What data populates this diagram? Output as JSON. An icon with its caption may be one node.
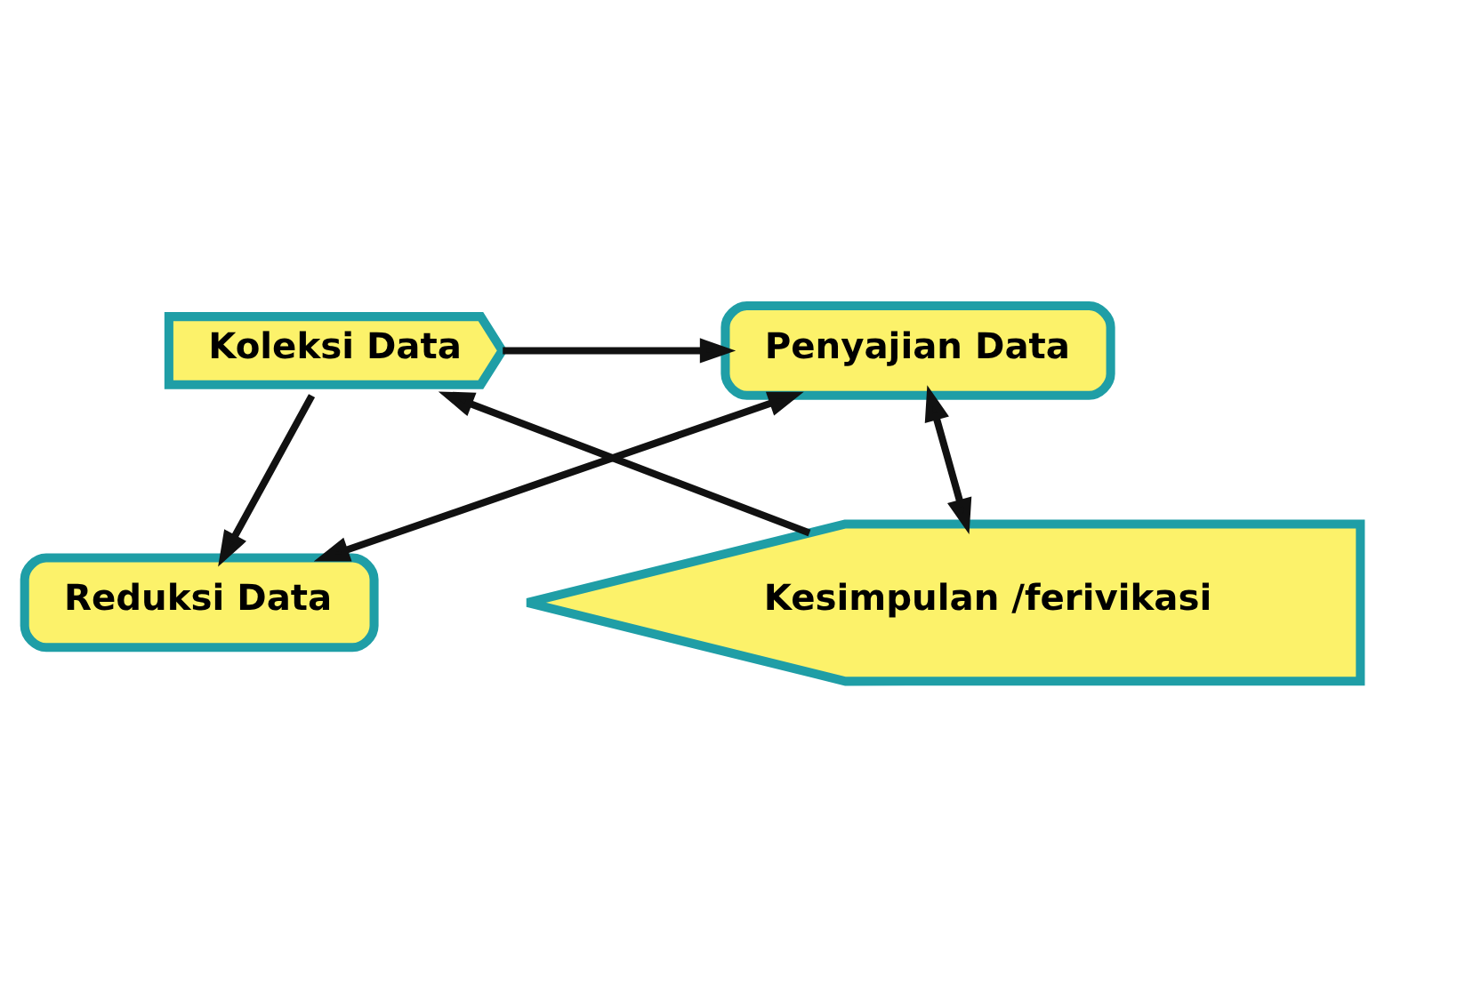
{
  "diagram": {
    "nodes": [
      {
        "text": [
          "Koleksi Data"
        ]
      },
      {
        "text": [
          "Penyajian Data"
        ]
      },
      {
        "text": [
          "Reduksi Data"
        ]
      },
      {
        "text": [
          "Kesimpulan /ferivikasi"
        ]
      }
    ],
    "edges": [
      {
        "from": 0,
        "to": 1,
        "arrow": "to"
      },
      {
        "from": 0,
        "to": 2,
        "arrow": "to"
      },
      {
        "from": 2,
        "to": 1,
        "arrow": "both"
      },
      {
        "from": 1,
        "to": 3,
        "arrow": "both"
      },
      {
        "from": 3,
        "to": 0,
        "arrow": "to"
      }
    ]
  }
}
